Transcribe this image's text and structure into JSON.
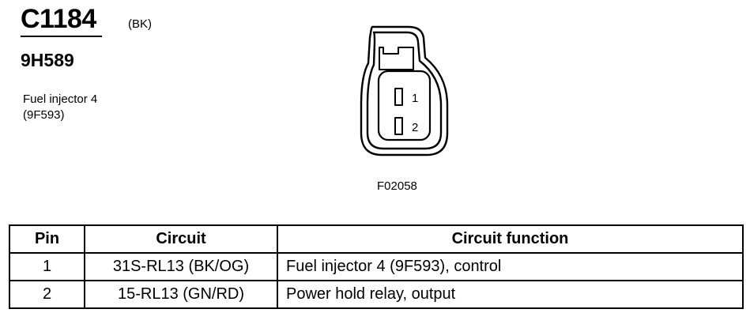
{
  "connector": {
    "id": "C1184",
    "color_code": "(BK)",
    "part_number": "9H589",
    "component": "Fuel injector 4",
    "component_code": "(9F593)",
    "figure_code": "F02058",
    "pin_labels": [
      "1",
      "2"
    ]
  },
  "table": {
    "headers": {
      "pin": "Pin",
      "circuit": "Circuit",
      "function": "Circuit function"
    },
    "rows": [
      {
        "pin": "1",
        "circuit": "31S-RL13 (BK/OG)",
        "function": "Fuel injector 4 (9F593), control"
      },
      {
        "pin": "2",
        "circuit": "15-RL13 (GN/RD)",
        "function": "Power hold relay, output"
      }
    ]
  }
}
